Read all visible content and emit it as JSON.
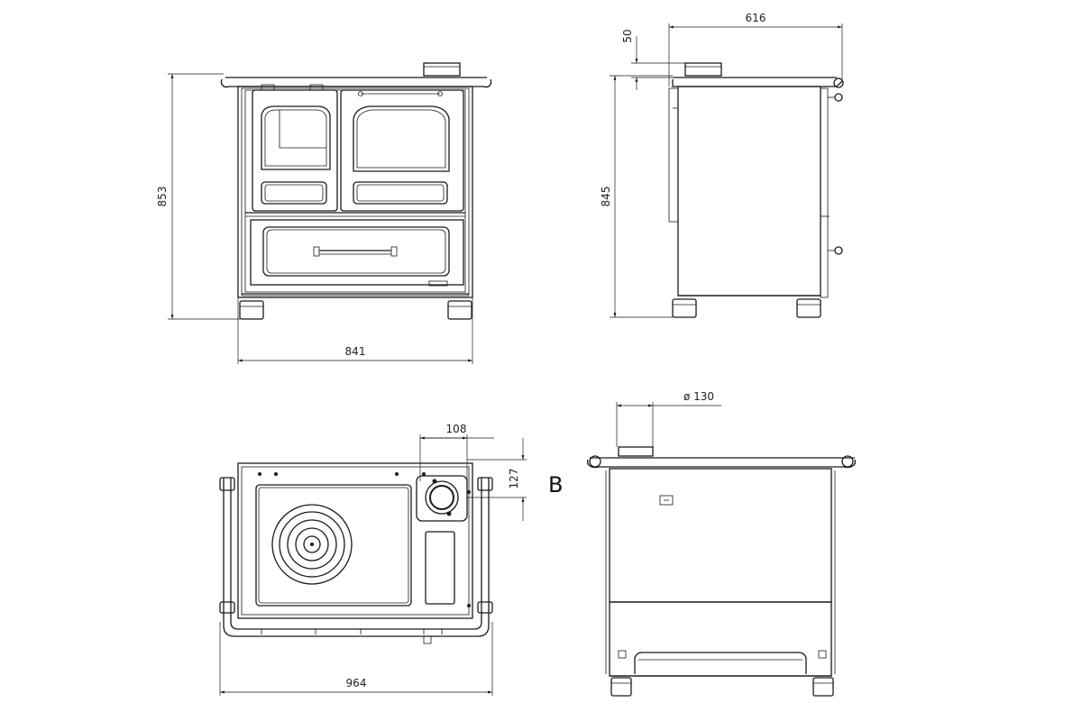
{
  "front": {
    "height": "853",
    "width": "841"
  },
  "side_right": {
    "top_offset": "50",
    "depth": "616",
    "height": "845"
  },
  "top": {
    "flue_offset_x": "108",
    "flue_offset_y": "127",
    "width": "964"
  },
  "rear": {
    "flue_diameter": "ø 130",
    "view_label": "B"
  }
}
